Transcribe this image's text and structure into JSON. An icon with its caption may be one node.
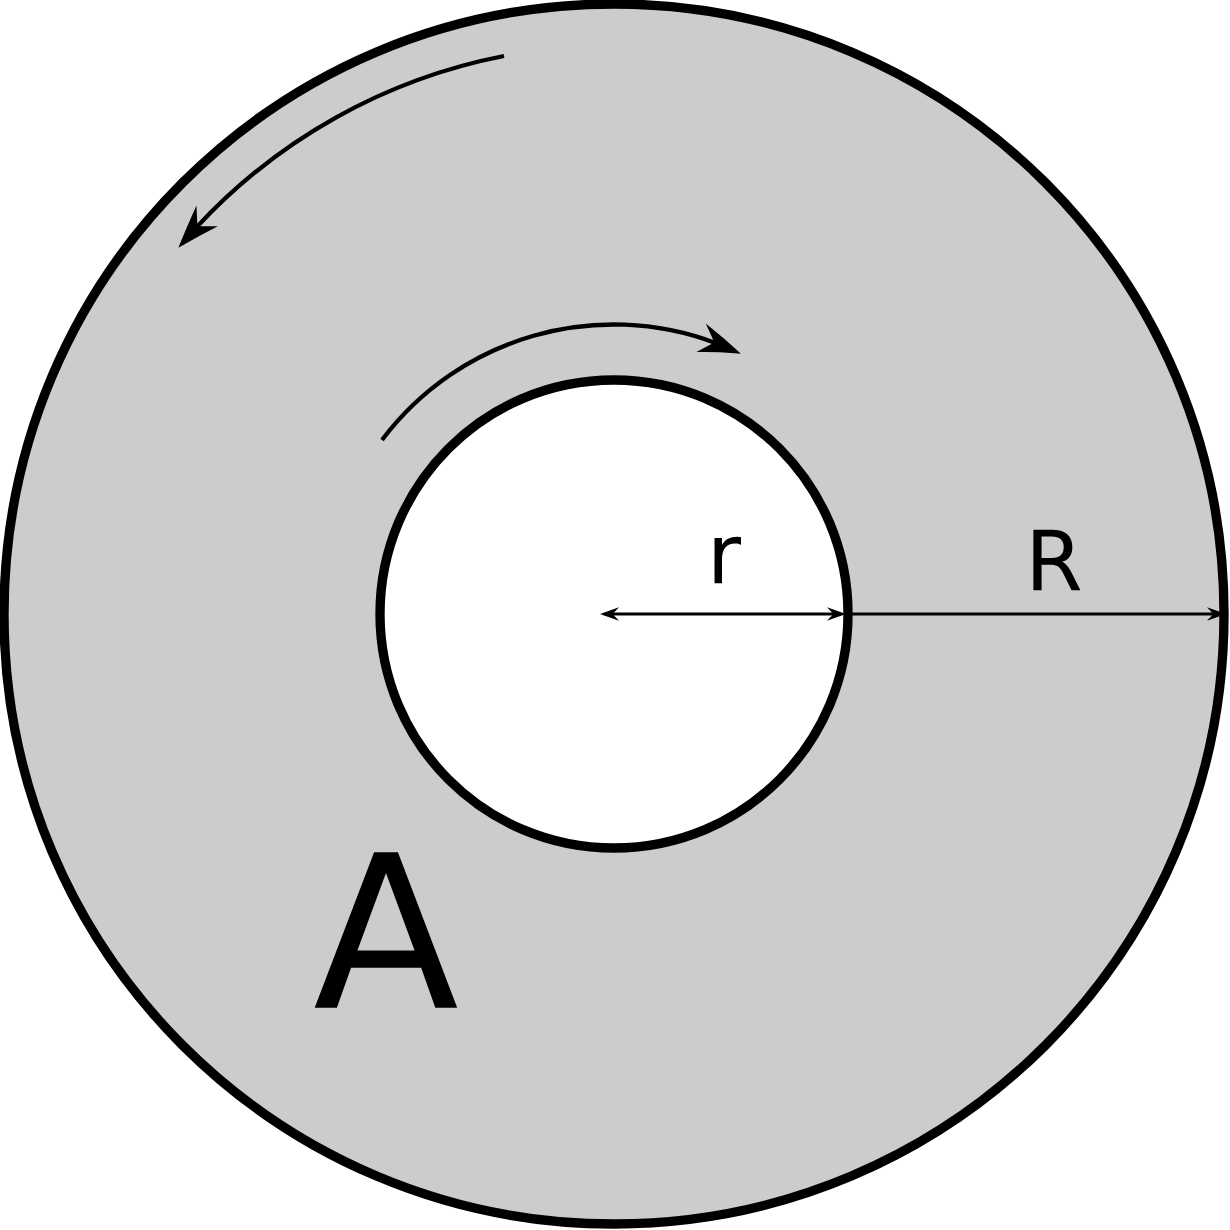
{
  "diagram": {
    "labels": [
      "r",
      "R",
      "A"
    ]
  }
}
